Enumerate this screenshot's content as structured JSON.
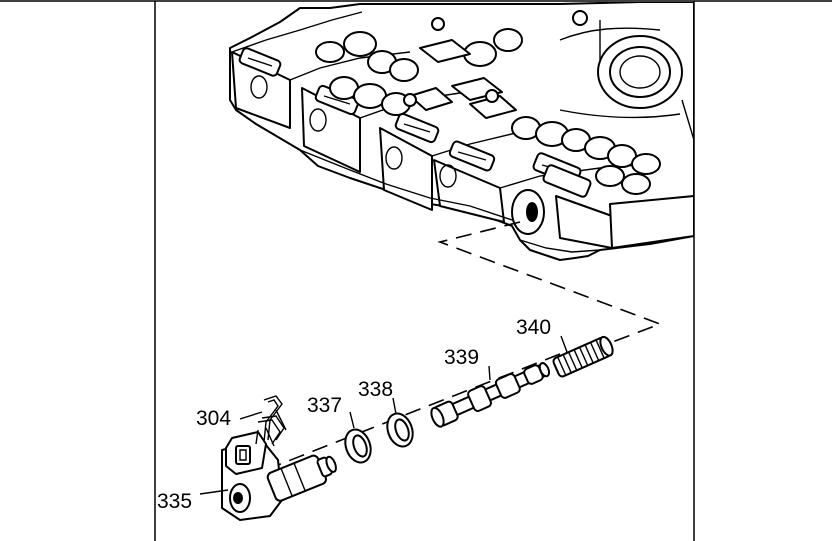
{
  "diagram": {
    "callouts": {
      "c304": "304",
      "c335": "335",
      "c337": "337",
      "c338": "338",
      "c339": "339",
      "c340": "340"
    }
  }
}
